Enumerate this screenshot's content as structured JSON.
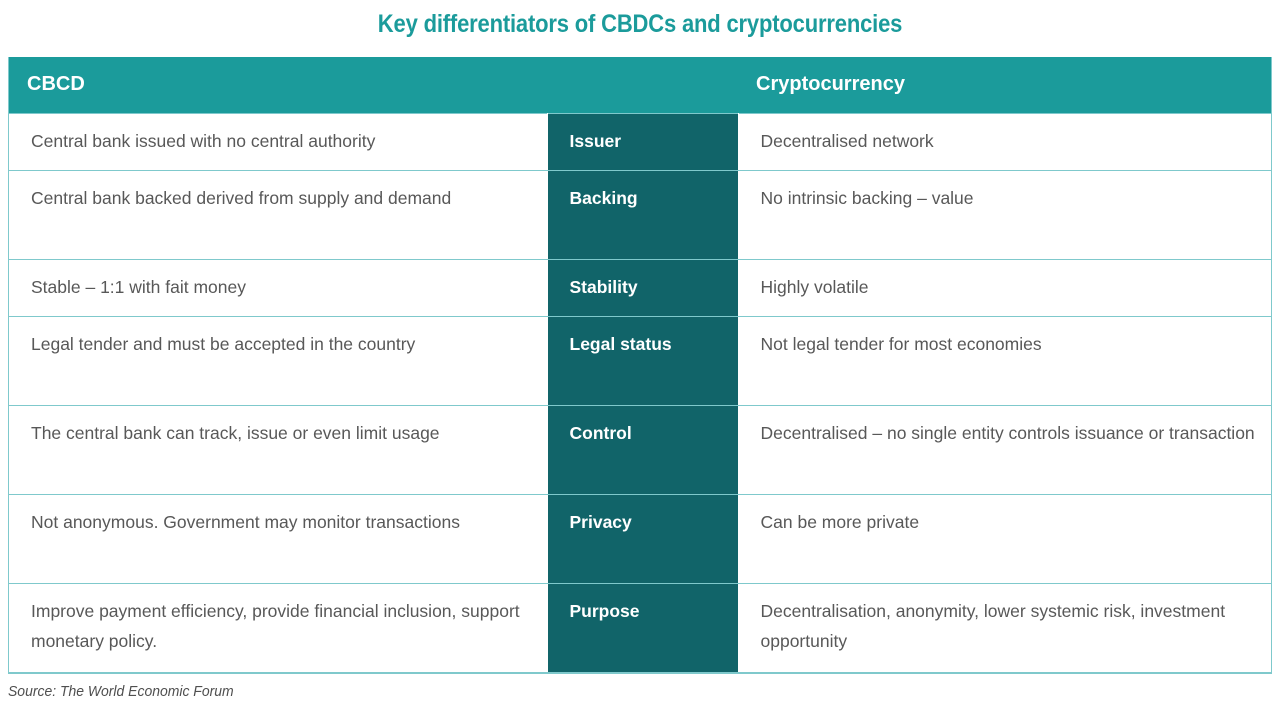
{
  "title": "Key differentiators of CBDCs and cryptocurrencies",
  "colors": {
    "title_teal": "#1b9b9b",
    "header_band": "#1b9b9b",
    "middle_column": "#116469",
    "grid_line": "#7fc9cc",
    "body_text": "#585858",
    "header_text": "#ffffff",
    "background": "#ffffff"
  },
  "table": {
    "headers": {
      "left": "CBCD",
      "middle": "",
      "right": "Cryptocurrency"
    },
    "rows": [
      {
        "attribute": "Issuer",
        "cbdc": "Central bank issued with no central authority",
        "crypto": "Decentralised network",
        "lines": 1
      },
      {
        "attribute": "Backing",
        "cbdc": "Central bank backed derived from supply and demand",
        "crypto": "No intrinsic backing – value",
        "lines": 2
      },
      {
        "attribute": "Stability",
        "cbdc": "Stable – 1:1 with fait money",
        "crypto": "Highly volatile",
        "lines": 1
      },
      {
        "attribute": "Legal status",
        "cbdc": "Legal tender and must be accepted in the country",
        "crypto": "Not legal tender for most economies",
        "lines": 2
      },
      {
        "attribute": "Control",
        "cbdc": "The central bank can track, issue or even limit usage",
        "crypto": "Decentralised – no single entity controls issuance or transaction",
        "lines": 2
      },
      {
        "attribute": "Privacy",
        "cbdc": "Not anonymous. Government may monitor transactions",
        "crypto": "Can be more private",
        "lines": 2
      },
      {
        "attribute": "Purpose",
        "cbdc": "Improve payment efficiency, provide financial inclusion, support monetary policy.",
        "crypto": "Decentralisation, anonymity, lower systemic risk, investment opportunity",
        "lines": 2
      }
    ]
  },
  "source": "Source: The World Economic Forum"
}
